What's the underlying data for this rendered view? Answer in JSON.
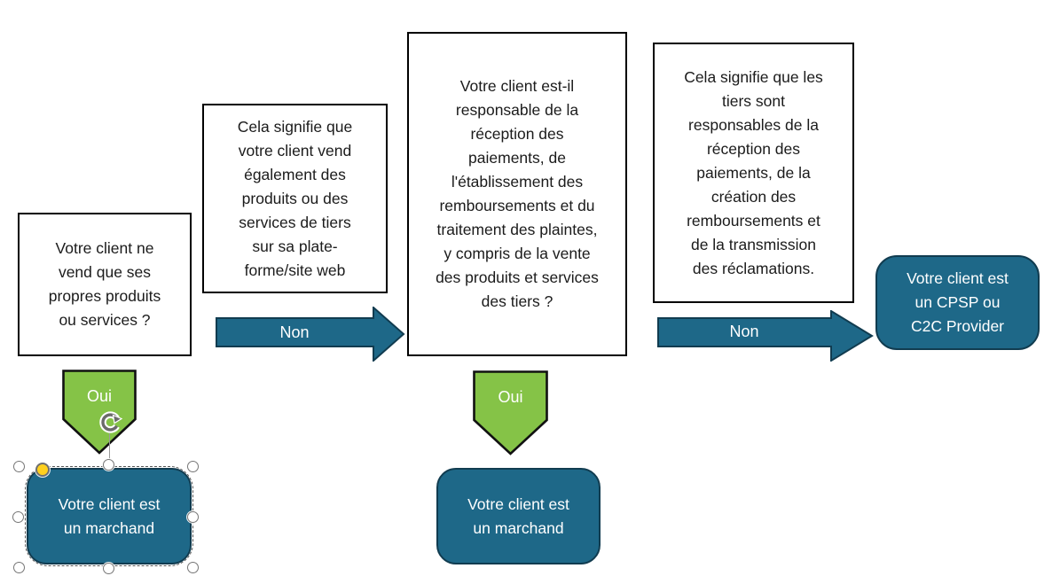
{
  "diagram": {
    "question_boxes": [
      {
        "id": "q1",
        "text": "Votre client ne\nvend que ses\npropres produits\nou services ?"
      },
      {
        "id": "info1",
        "text": "Cela signifie que\nvotre client vend\négalement des\nproduits ou des\nservices de tiers\nsur sa plate-\nforme/site web"
      },
      {
        "id": "q2",
        "text": "Votre client est-il\nresponsable de la\nréception des\npaiements, de\nl'établissement des\nremboursements et du\ntraitement des plaintes,\ny compris de la vente\ndes produits et services\ndes tiers ?"
      },
      {
        "id": "info2",
        "text": "Cela signifie que les\ntiers sont\nresponsables de la\nréception des\npaiements, de la\ncréation des\nremboursements et\nde la transmission\ndes réclamations."
      }
    ],
    "non_arrows": [
      {
        "label": "Non"
      },
      {
        "label": "Non"
      }
    ],
    "oui_markers": [
      {
        "label": "Oui"
      },
      {
        "label": "Oui"
      }
    ],
    "result_boxes": [
      {
        "id": "merchant1",
        "text": "Votre client est\nun marchand",
        "selected": true
      },
      {
        "id": "merchant2",
        "text": "Votre client est\nun marchand",
        "selected": false
      },
      {
        "id": "cpsp",
        "text": "Votre client est\nun CPSP ou\nC2C Provider",
        "selected": false
      }
    ],
    "colors": {
      "teal_fill": "#1E6888",
      "teal_border": "#113C50",
      "green_fill": "#85C347",
      "green_border": "#111111",
      "box_border": "#000000",
      "selection_yellow": "#FFD01E"
    }
  }
}
